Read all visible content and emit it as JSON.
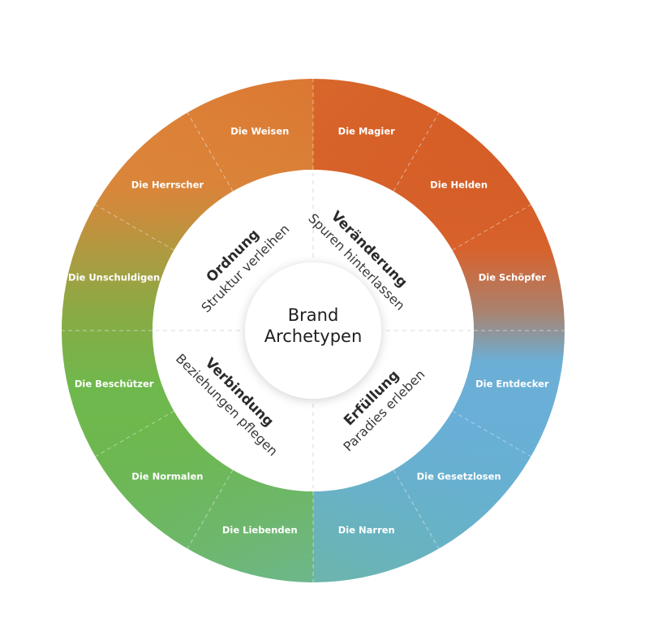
{
  "center": {
    "line1": "Brand",
    "line2": "Archetypen"
  },
  "quadrants": [
    {
      "title": "Veränderung",
      "subtitle": "Spuren hinterlassen"
    },
    {
      "title": "Erfüllung",
      "subtitle": "Paradies erleben"
    },
    {
      "title": "Verbindung",
      "subtitle": "Beziehungen pflegen"
    },
    {
      "title": "Ordnung",
      "subtitle": "Struktur verleihen"
    }
  ],
  "archetypes": [
    "Die Magier",
    "Die Helden",
    "Die Schöpfer",
    "Die Entdecker",
    "Die Gesetzlosen",
    "Die Narren",
    "Die Liebenden",
    "Die Normalen",
    "Die Beschützer",
    "Die Unschuldigen",
    "Die Herrscher",
    "Die Weisen"
  ],
  "colors": {
    "orange_red": "#d4541f",
    "orange": "#df8d3c",
    "blue": "#62b0dc",
    "green": "#6cb84e",
    "divider": "#f3f3f3"
  }
}
